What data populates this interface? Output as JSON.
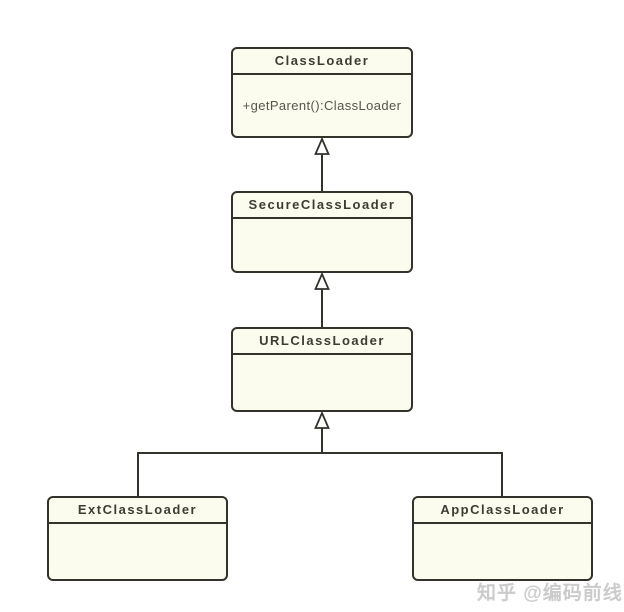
{
  "diagram": {
    "type": "uml-class-diagram",
    "subject": "Java ClassLoader inheritance hierarchy",
    "classes": [
      {
        "id": "classloader",
        "name": "ClassLoader",
        "members": [
          "+getParent():ClassLoader"
        ]
      },
      {
        "id": "secureclassloader",
        "name": "SecureClassLoader",
        "members": []
      },
      {
        "id": "urlclassloader",
        "name": "URLClassLoader",
        "members": []
      },
      {
        "id": "extclassloader",
        "name": "ExtClassLoader",
        "members": []
      },
      {
        "id": "appclassloader",
        "name": "AppClassLoader",
        "members": []
      }
    ],
    "relations": [
      {
        "type": "generalization",
        "from": "SecureClassLoader",
        "to": "ClassLoader"
      },
      {
        "type": "generalization",
        "from": "URLClassLoader",
        "to": "SecureClassLoader"
      },
      {
        "type": "generalization",
        "from": "ExtClassLoader",
        "to": "URLClassLoader"
      },
      {
        "type": "generalization",
        "from": "AppClassLoader",
        "to": "URLClassLoader"
      }
    ],
    "colors": {
      "background": "#ffffff",
      "box_fill": "#fcfcee",
      "box_border": "#33332c",
      "line": "#33332c",
      "title_text": "#3c3c34",
      "member_text": "#55554d",
      "watermark_text": "#c9c9c9"
    }
  },
  "watermark": {
    "text": "知乎 @编码前线"
  }
}
